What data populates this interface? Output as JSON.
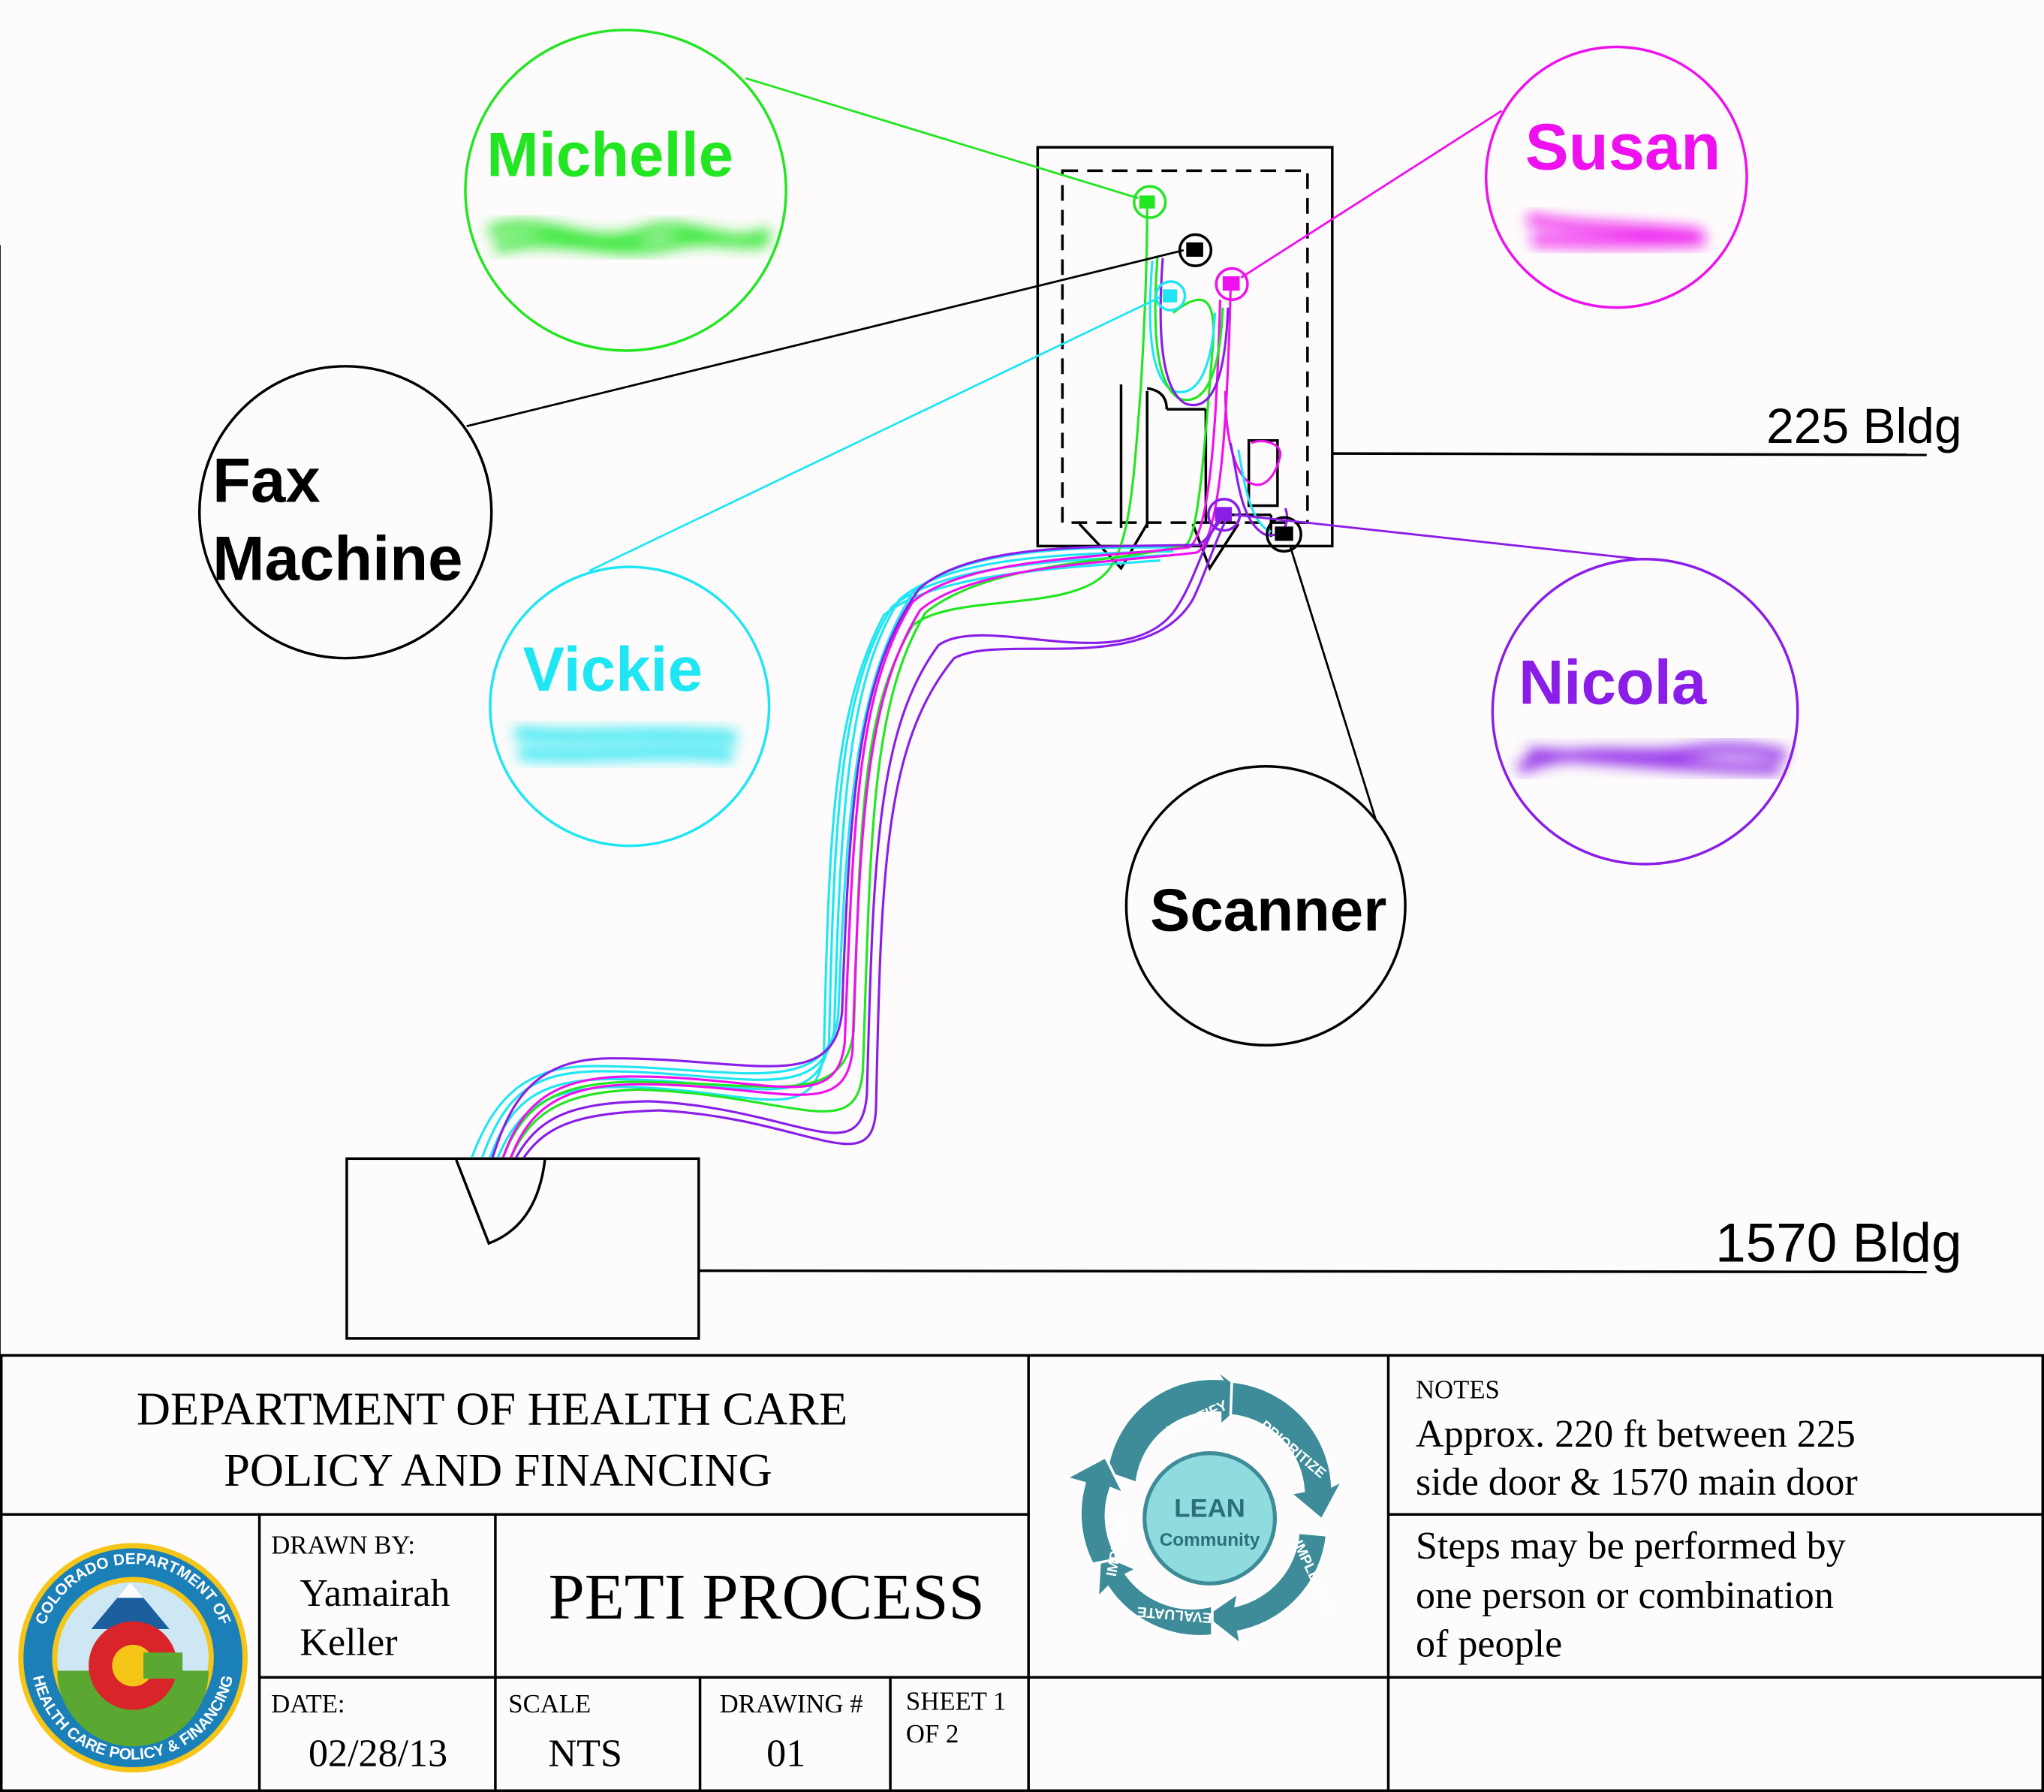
{
  "diagram": {
    "labels": {
      "michelle": "Michelle",
      "susan": "Susan",
      "fax": [
        "Fax",
        "Machine"
      ],
      "vickie": "Vickie",
      "nicola": "Nicola",
      "scanner": "Scanner",
      "bldg225": "225 Bldg",
      "bldg1570": "1570 Bldg"
    },
    "person_colors": {
      "michelle": "#22e622",
      "susan": "#ee10ee",
      "vickie": "#1fe6f2",
      "nicola": "#8a1de8",
      "equipment": "#000000"
    }
  },
  "title_block": {
    "department": [
      "DEPARTMENT OF HEALTH CARE",
      "POLICY AND FINANCING"
    ],
    "drawn_by_label": "DRAWN BY:",
    "drawn_by": [
      "Yamairah",
      "Keller"
    ],
    "title": "PETI PROCESS",
    "date_label": "DATE:",
    "date": "02/28/13",
    "scale_label": "SCALE",
    "scale": "NTS",
    "drawing_label": "DRAWING #",
    "drawing": "01",
    "sheet": [
      "SHEET 1",
      "OF 2"
    ],
    "notes_label": "NOTES",
    "note1": [
      "Approx. 220 ft between 225",
      "side door & 1570 main door"
    ],
    "note2": [
      "Steps may be performed by",
      "one person or combination",
      "of people"
    ],
    "lean_logo": {
      "center": [
        "LEAN",
        "Community"
      ],
      "steps": [
        "IDENTIFY",
        "PRIORITIZE",
        "IMPLEMENT",
        "EVALUATE",
        "IMPROVE"
      ]
    },
    "seal": {
      "top_text": "COLORADO DEPARTMENT OF",
      "bottom_text": "HEALTH CARE POLICY & FINANCING"
    }
  }
}
